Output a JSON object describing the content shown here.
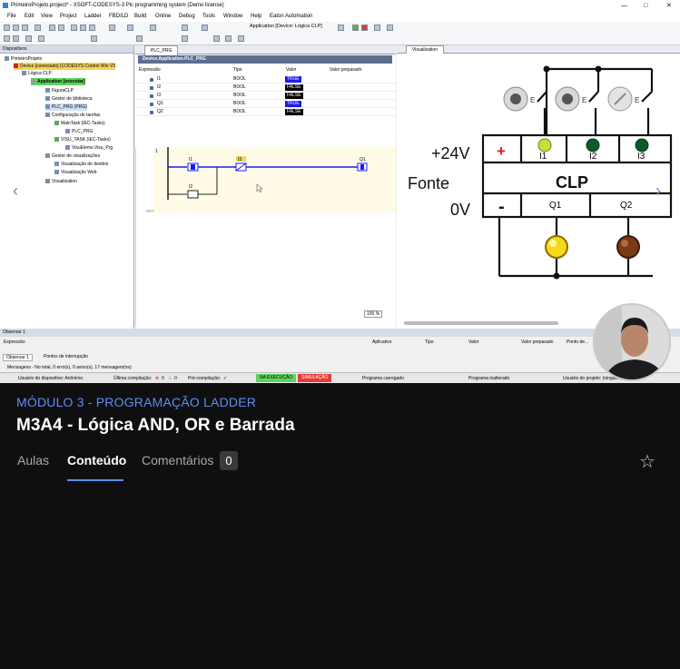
{
  "window": {
    "title": "PrimeiroProjeto.project* - XSOFT-CODESYS-3 Plc programming system (Demo license)",
    "controls": [
      "—",
      "□",
      "✕"
    ]
  },
  "menu": [
    "File",
    "Edit",
    "View",
    "Project",
    "Ladder",
    "FBD/LD",
    "Build",
    "Online",
    "Debug",
    "Tools",
    "Window",
    "Help",
    "Eaton Automation"
  ],
  "toolbar": {
    "device_combo": "Application [Device: Lógica CLP]"
  },
  "devices_panel": {
    "title": "Dispositivos",
    "tree": [
      "PrimeiroProjeto",
      "Device [conectado] (CODESYS Control Win V3",
      "Lógica CLP",
      "Application [executar]",
      "FiguraCLP",
      "Gestor de biblioteca",
      "PLC_PRG (PRG)",
      "Configuração de tarefas",
      "MainTask (IEC-Tasks)",
      "PLC_PRG",
      "VISU_TASK (IEC-Tasks)",
      "VisuElems.Visu_Prg",
      "Gestor de visualizações",
      "Visualização de destino",
      "Visualização Web",
      "Visualization"
    ]
  },
  "editor": {
    "tab": "PLC_PRG",
    "header": "Device.Application.PLC_PRG",
    "columns": [
      "Expressão",
      "Tipo",
      "Valor",
      "Valor preparado"
    ],
    "rows": [
      {
        "expr": "I1",
        "type": "BOOL",
        "value": "TRUE"
      },
      {
        "expr": "I2",
        "type": "BOOL",
        "value": "FALSE"
      },
      {
        "expr": "I3",
        "type": "BOOL",
        "value": "FALSE"
      },
      {
        "expr": "Q1",
        "type": "BOOL",
        "value": "TRUE"
      },
      {
        "expr": "Q2",
        "type": "BOOL",
        "value": "FALSE"
      }
    ],
    "rung_number": "1",
    "ladder_labels": {
      "i1": "I1",
      "i2": "I2",
      "i3": "I3",
      "q1": "Q1",
      "ret": "RET"
    },
    "zoom": "100 %"
  },
  "visualization": {
    "tab": "Visualization",
    "plus24": "+24V",
    "fonte": "Fonte",
    "zero_v": "0V",
    "plus_sign": "+",
    "minus_sign": "-",
    "clp": "CLP",
    "inputs": [
      "I1",
      "I2",
      "I3"
    ],
    "outputs": [
      "Q1",
      "Q2"
    ]
  },
  "observar": {
    "title": "Observar 1",
    "cols": [
      "Expressão",
      "Aplicativo",
      "Tipo",
      "Valor",
      "Valor preparado",
      "Ponto de..."
    ],
    "tabs": [
      "Observar 1",
      "Pontos de interrupção"
    ]
  },
  "statusbar": {
    "messages": "Mensagens - No total, 0 erro(s), 0 aviso(s), 17 mensagem(ns)",
    "user": "Usuário do dispositivo: Anônimo",
    "last_compile": "Última compilação:",
    "errors": "0",
    "warnings": "0",
    "precompile": "Pré-compilação:",
    "na_execucao": "NA EXECUÇÃO",
    "simulacao": "SIMULAÇÃO",
    "prog_loaded": "Programa carregado",
    "prog_unchanged": "Programa inalterado",
    "project_user": "Usuário do projeto: (ninguém)"
  },
  "course": {
    "module": "MÓDULO 3 - PROGRAMAÇÃO LADDER",
    "lesson": "M3A4 - Lógica AND, OR e Barrada",
    "tabs": [
      {
        "label": "Aulas",
        "active": false
      },
      {
        "label": "Conteúdo",
        "active": true
      },
      {
        "label": "Comentários",
        "active": false
      }
    ],
    "comments_count": "0"
  },
  "colors": {
    "module_blue": "#5c8ef5",
    "true_bg": "#1a1af0",
    "false_bg": "#000000",
    "na_execucao_bg": "#5fd35f",
    "simulacao_bg": "#e83c3c"
  }
}
